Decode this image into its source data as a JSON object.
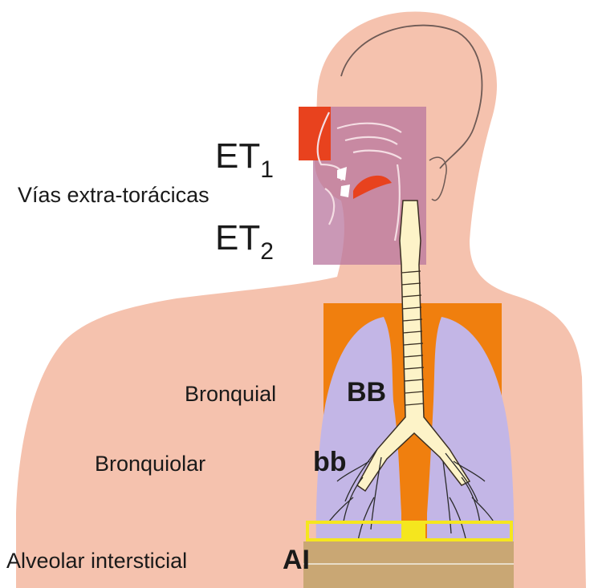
{
  "labels": {
    "et1_main": "ET",
    "et1_sub": "1",
    "et2_main": "ET",
    "et2_sub": "2",
    "extrathoracic": "Vías extra-torácicas",
    "bronchial": "Bronquial",
    "bronchial_code": "BB",
    "bronchiolar": "Bronquiolar",
    "bronchiolar_code": "bb",
    "alveolar": "Alveolar intersticial",
    "alveolar_code": "AI"
  },
  "colors": {
    "skin": "#f5c2ae",
    "et1_region": "#e8421e",
    "et2_region": "#b8769e",
    "bronchial_region": "#f07f0e",
    "lung": "#c3b6e6",
    "airway": "#fdf3c8",
    "alveolar_band": "#c9a774",
    "yellow_band": "#f5e61e"
  }
}
